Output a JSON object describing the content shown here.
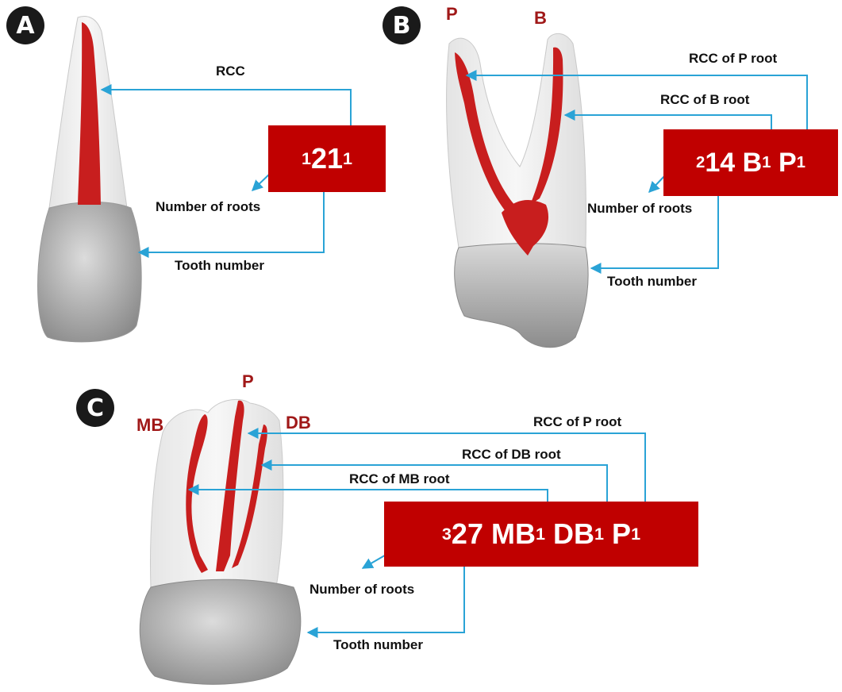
{
  "panels": {
    "a": {
      "badge": "A",
      "rcc_label": "RCC",
      "code_number": "21",
      "code_roots_sup": "1",
      "code_canal_sup": "1",
      "roots_label": "Number of roots",
      "tooth_label": "Tooth number"
    },
    "b": {
      "badge": "B",
      "root_p": "P",
      "root_b": "B",
      "rcc_p_label": "RCC of P root",
      "rcc_b_label": "RCC of B root",
      "code_roots_sup": "2",
      "code_number": "14",
      "code_b": "B",
      "code_b_sup": "1",
      "code_p": "P",
      "code_p_sup": "1",
      "roots_label": "Number of roots",
      "tooth_label": "Tooth number"
    },
    "c": {
      "badge": "C",
      "root_mb": "MB",
      "root_p": "P",
      "root_db": "DB",
      "rcc_p_label": "RCC of P root",
      "rcc_db_label": "RCC of DB root",
      "rcc_mb_label": "RCC of MB root",
      "code_roots_sup": "3",
      "code_number": "27",
      "code_mb": "MB",
      "code_mb_sup": "1",
      "code_db": "DB",
      "code_db_sup": "1",
      "code_p": "P",
      "code_p_sup": "1",
      "roots_label": "Number of roots",
      "tooth_label": "Tooth number"
    }
  },
  "colors": {
    "code_box": "#c00000",
    "canal": "#c81e1e",
    "arrow": "#2aa3d6",
    "root_label": "#a01818"
  }
}
